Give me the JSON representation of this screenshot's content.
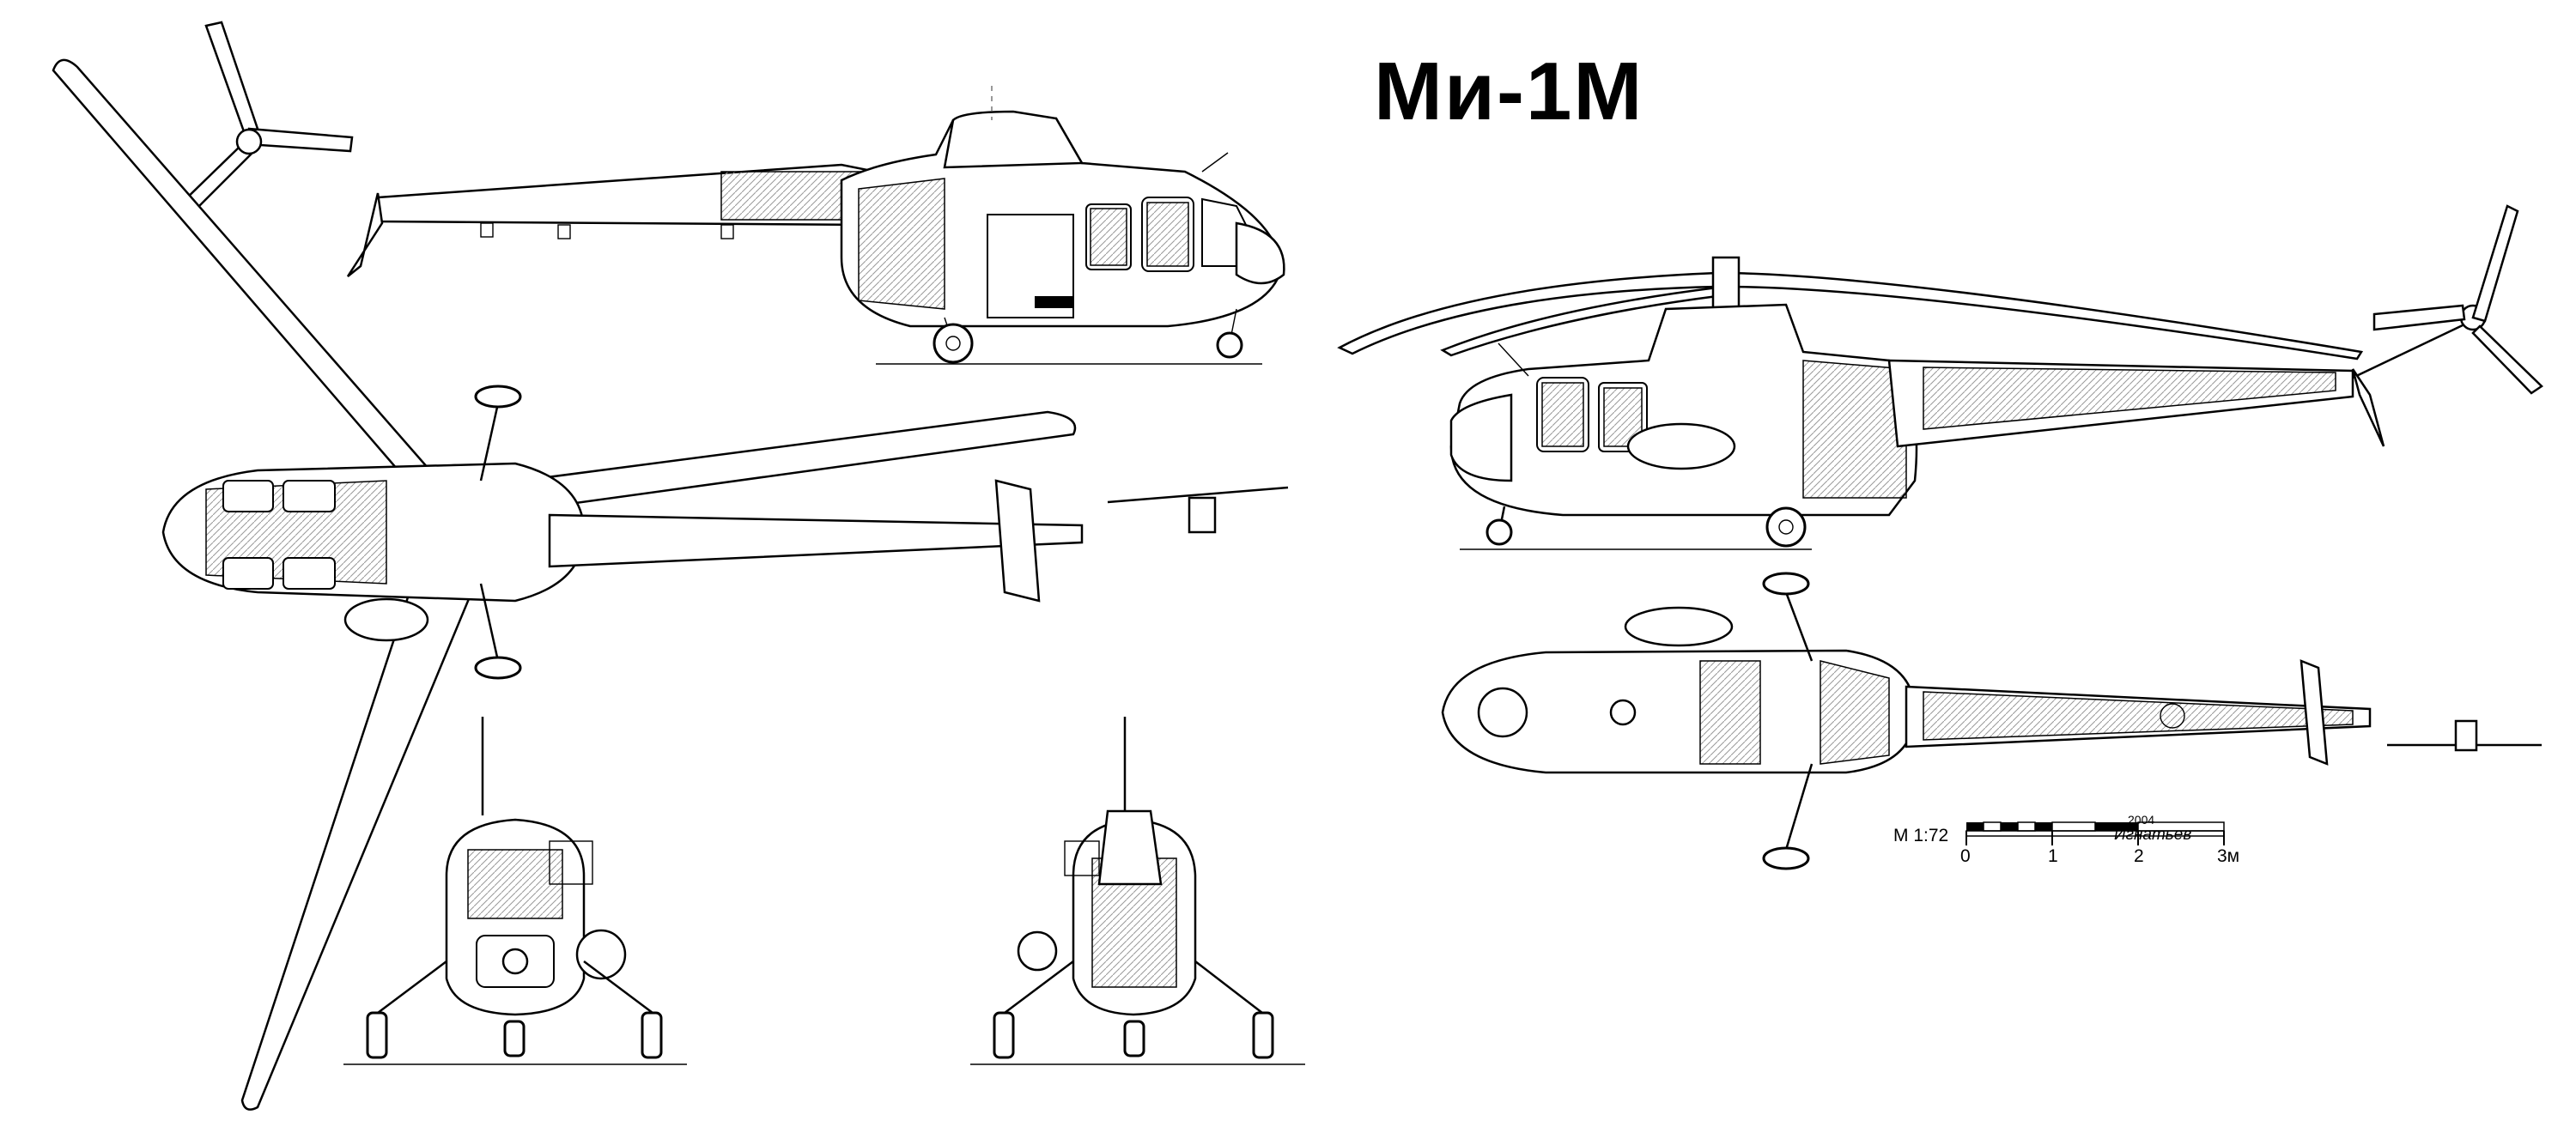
{
  "drawing": {
    "title": "Ми-1М",
    "scale_label": "М 1:72",
    "scale_ticks": [
      "0",
      "1",
      "2",
      "3м"
    ],
    "author": "Игнатьев",
    "year": "2004"
  }
}
